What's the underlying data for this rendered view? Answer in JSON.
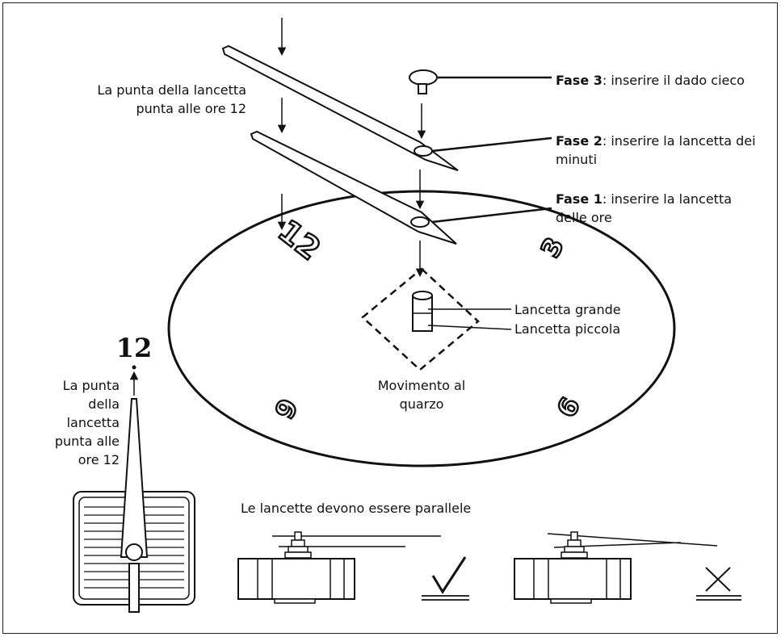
{
  "labels": {
    "tip_top": "La punta della lancetta punta alle ore 12",
    "tip_side": "La punta della lancetta punta alle ore 12",
    "step3_bold": "Fase 3",
    "step3_text": ": inserire il dado cieco",
    "step2_bold": "Fase 2",
    "step2_text": ": inserire la lancetta dei minuti",
    "step1_bold": "Fase 1",
    "step1_text": ": inserire la lancetta delle ore",
    "big_hand": "Lancetta grande",
    "small_hand": "Lancetta piccola",
    "movement": "Movimento al quarzo",
    "parallel": "Le lancette devono essere parallele",
    "twelve": "12"
  },
  "dial_numbers": [
    "12",
    "3",
    "6",
    "9"
  ],
  "marks": {
    "correct": "✓",
    "wrong": "×"
  }
}
